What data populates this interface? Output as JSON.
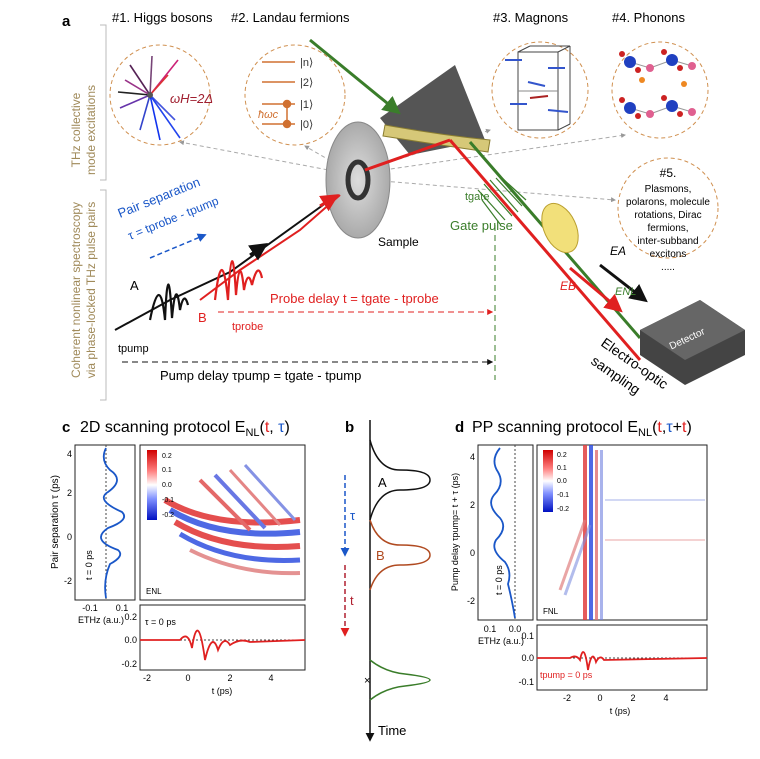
{
  "panel_a": {
    "letter": "a",
    "side_labels": [
      "THz collective",
      "mode excitations"
    ],
    "side_labels_2": [
      "Coherent nonlinear spectroscopy",
      "via phase-locked THz pulse pairs"
    ],
    "modes": [
      {
        "title": "#1. Higgs bosons",
        "annotation": "ωH=2Δ"
      },
      {
        "title": "#2. Landau fermions",
        "levels": [
          "|n⟩",
          "|2⟩",
          "|1⟩",
          "|0⟩"
        ],
        "hw": "ħωc"
      },
      {
        "title": "#3. Magnons"
      },
      {
        "title": "#4. Phonons"
      }
    ],
    "mode5": {
      "title": "#5.",
      "lines": [
        "Plasmons,",
        "polarons, molecule",
        "rotations, Dirac",
        "fermions,",
        "inter-subband",
        "excitons",
        "....."
      ]
    },
    "pair_separation": "Pair separation",
    "pair_formula": "τ = tprobe - tpump",
    "pulse_a": "A",
    "pulse_b": "B",
    "t_pump": "tpump",
    "t_probe": "tprobe",
    "t_gate": "tgate",
    "gate_pulse": "Gate pulse",
    "sample": "Sample",
    "probe_delay": "Probe delay t = tgate - tprobe",
    "pump_delay": "Pump delay τpump = tgate - tpump",
    "ea": "EA",
    "eb": "EB",
    "enl": "ENL",
    "detector": "Detector",
    "eos": [
      "Electro-optic",
      "sampling"
    ]
  },
  "panel_c": {
    "letter": "c",
    "title": "2D scanning protocol E",
    "left_ylabel": "Pair separation τ (ps)",
    "left_yticks": [
      "4",
      "2",
      "0",
      "-2"
    ],
    "left_xticks": [
      "-0.1",
      "0.1"
    ],
    "left_xlabel": "ETHz (a.u.)",
    "t0": "t = 0 ps",
    "colorbar": [
      "0.2",
      "0.1",
      "0.0",
      "-0.1",
      "-0.2"
    ],
    "map_label": "ENL",
    "bottom_yticks": [
      "0.2",
      "0.0",
      "-0.2"
    ],
    "bottom_xticks": [
      "-2",
      "0",
      "2",
      "4"
    ],
    "bottom_xlabel": "t (ps)",
    "tau0": "τ = 0 ps"
  },
  "panel_b": {
    "letter": "b",
    "labels": [
      "A",
      "B"
    ],
    "tau": "τ",
    "t": "t",
    "time": "Time"
  },
  "panel_d": {
    "letter": "d",
    "title": "PP scanning protocol E",
    "left_ylabel": "Pump delay τpump= t + τ (ps)",
    "left_yticks": [
      "4",
      "2",
      "0",
      "-2"
    ],
    "left_xticks": [
      "0.1",
      "0.0"
    ],
    "left_xlabel": "ETHz (a.u.)",
    "t0": "t = 0 ps",
    "colorbar": [
      "0.2",
      "0.1",
      "0.0",
      "-0.1",
      "-0.2"
    ],
    "map_label": "FNL",
    "bottom_yticks": [
      "0.1",
      "0.0",
      "-0.1"
    ],
    "bottom_xticks": [
      "-2",
      "0",
      "2",
      "4"
    ],
    "bottom_xlabel": "t (ps)",
    "tpump0": "tpump = 0 ps"
  },
  "colors": {
    "red": "#e02020",
    "blue": "#1a57c8",
    "black": "#111111",
    "green": "#3a7d2a",
    "brown": "#b04a20",
    "tan": "#a08a5a"
  }
}
